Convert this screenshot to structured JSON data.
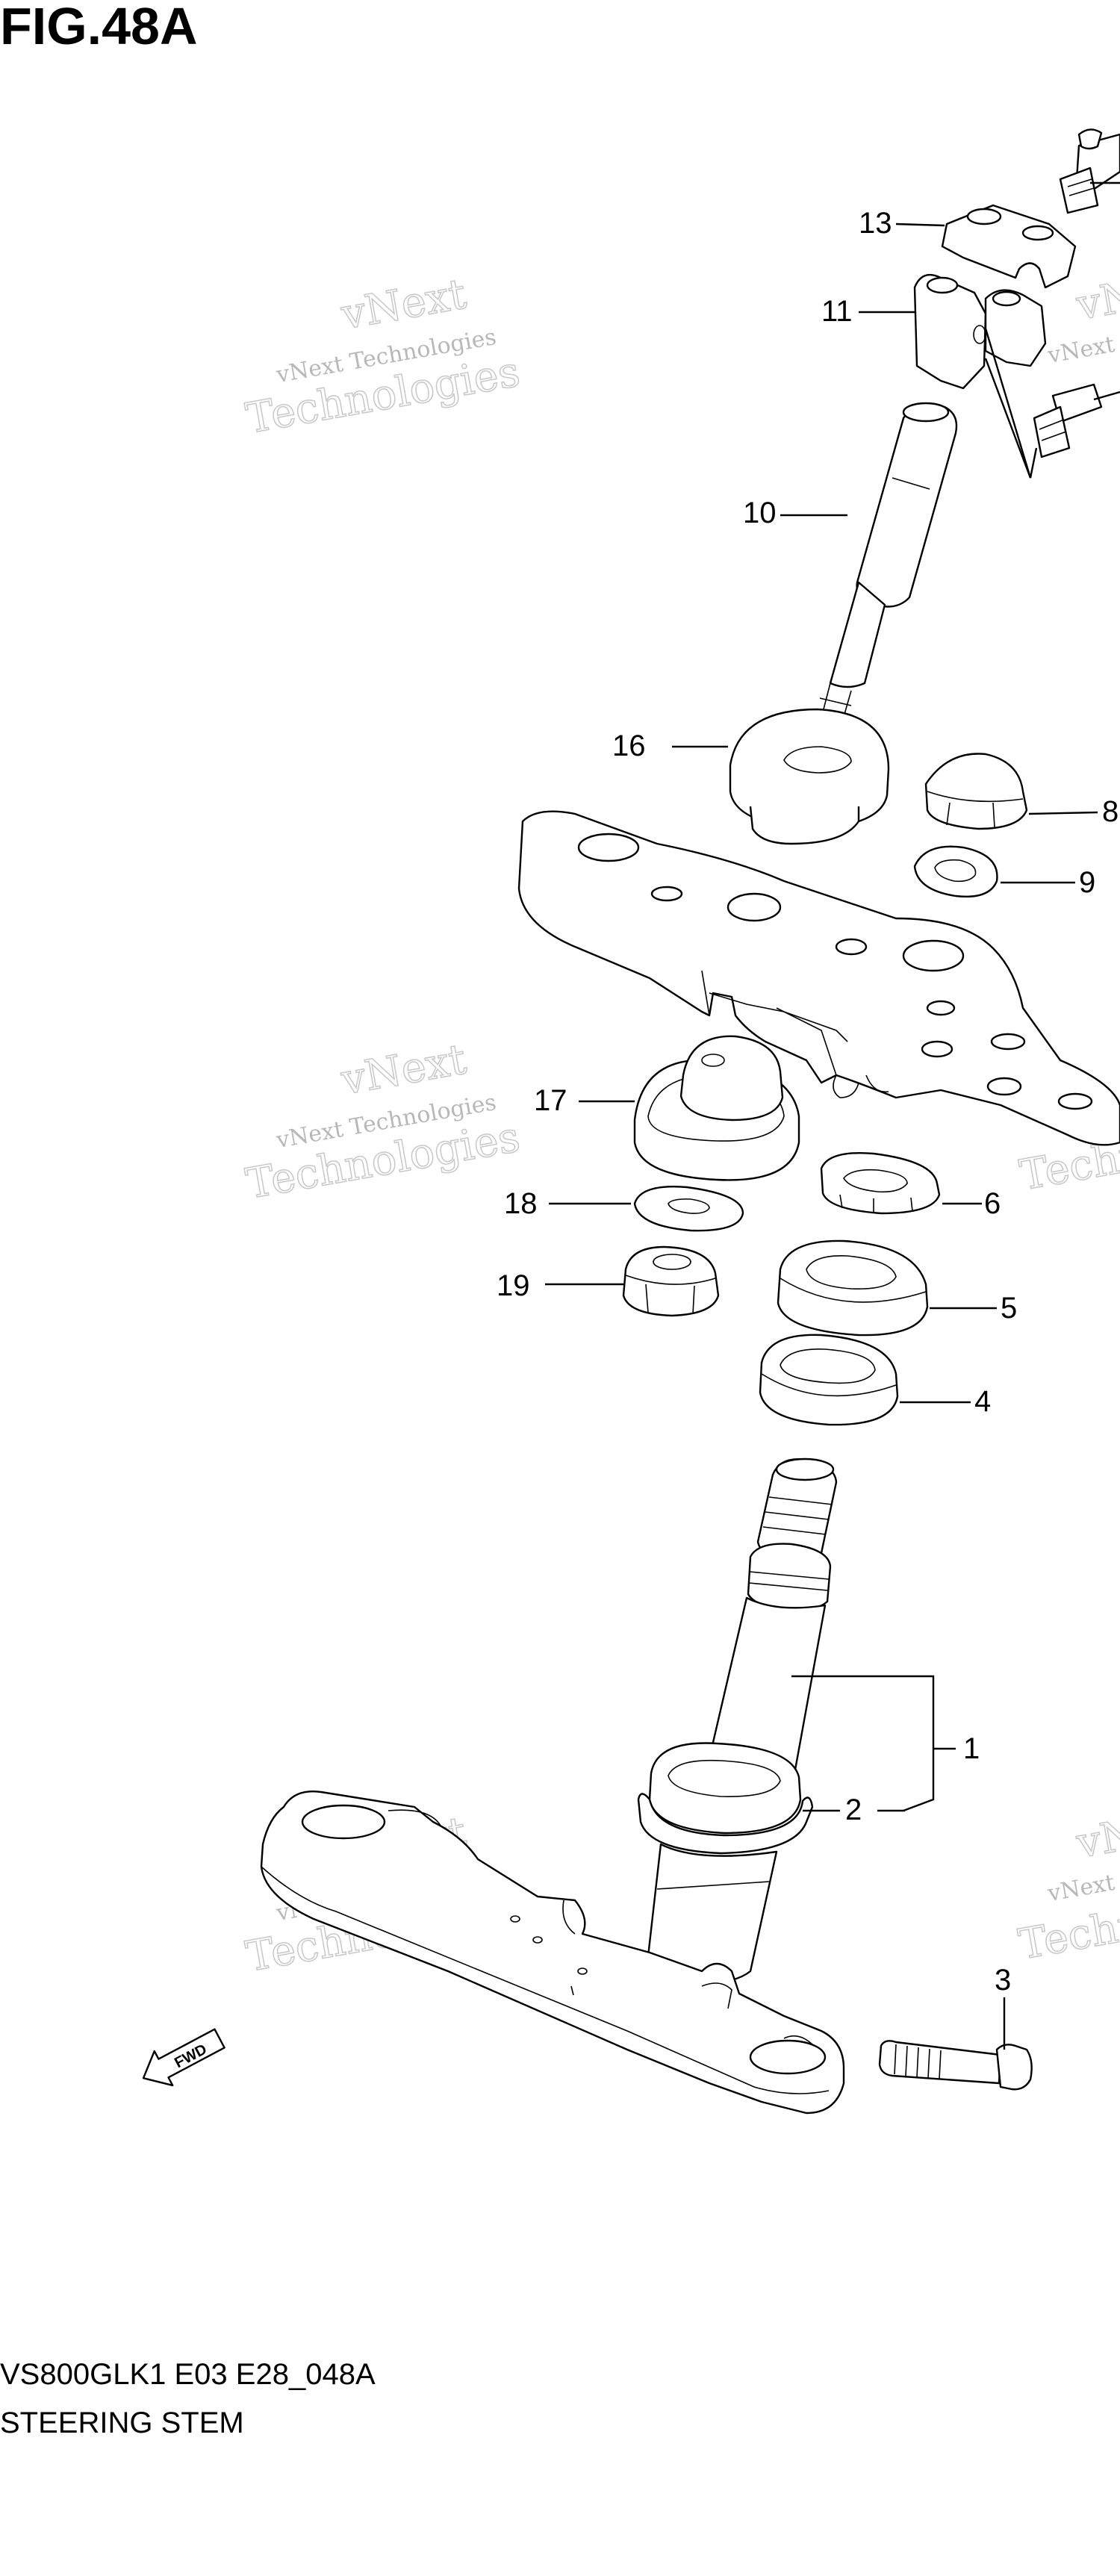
{
  "figure": {
    "title": "FIG.48A"
  },
  "footer": {
    "model_code": "VS800GLK1 E03 E28_048A",
    "section_name": "STEERING STEM"
  },
  "watermark": {
    "company_line": "vNext Technologies",
    "brand_top": "vNext",
    "brand_bottom": "Technologies"
  },
  "fwd_arrow": {
    "label": "FWD"
  },
  "callouts": [
    "1",
    "2",
    "3",
    "4",
    "5",
    "6",
    "8",
    "9",
    "10",
    "11",
    "13",
    "16",
    "17",
    "18",
    "19"
  ]
}
